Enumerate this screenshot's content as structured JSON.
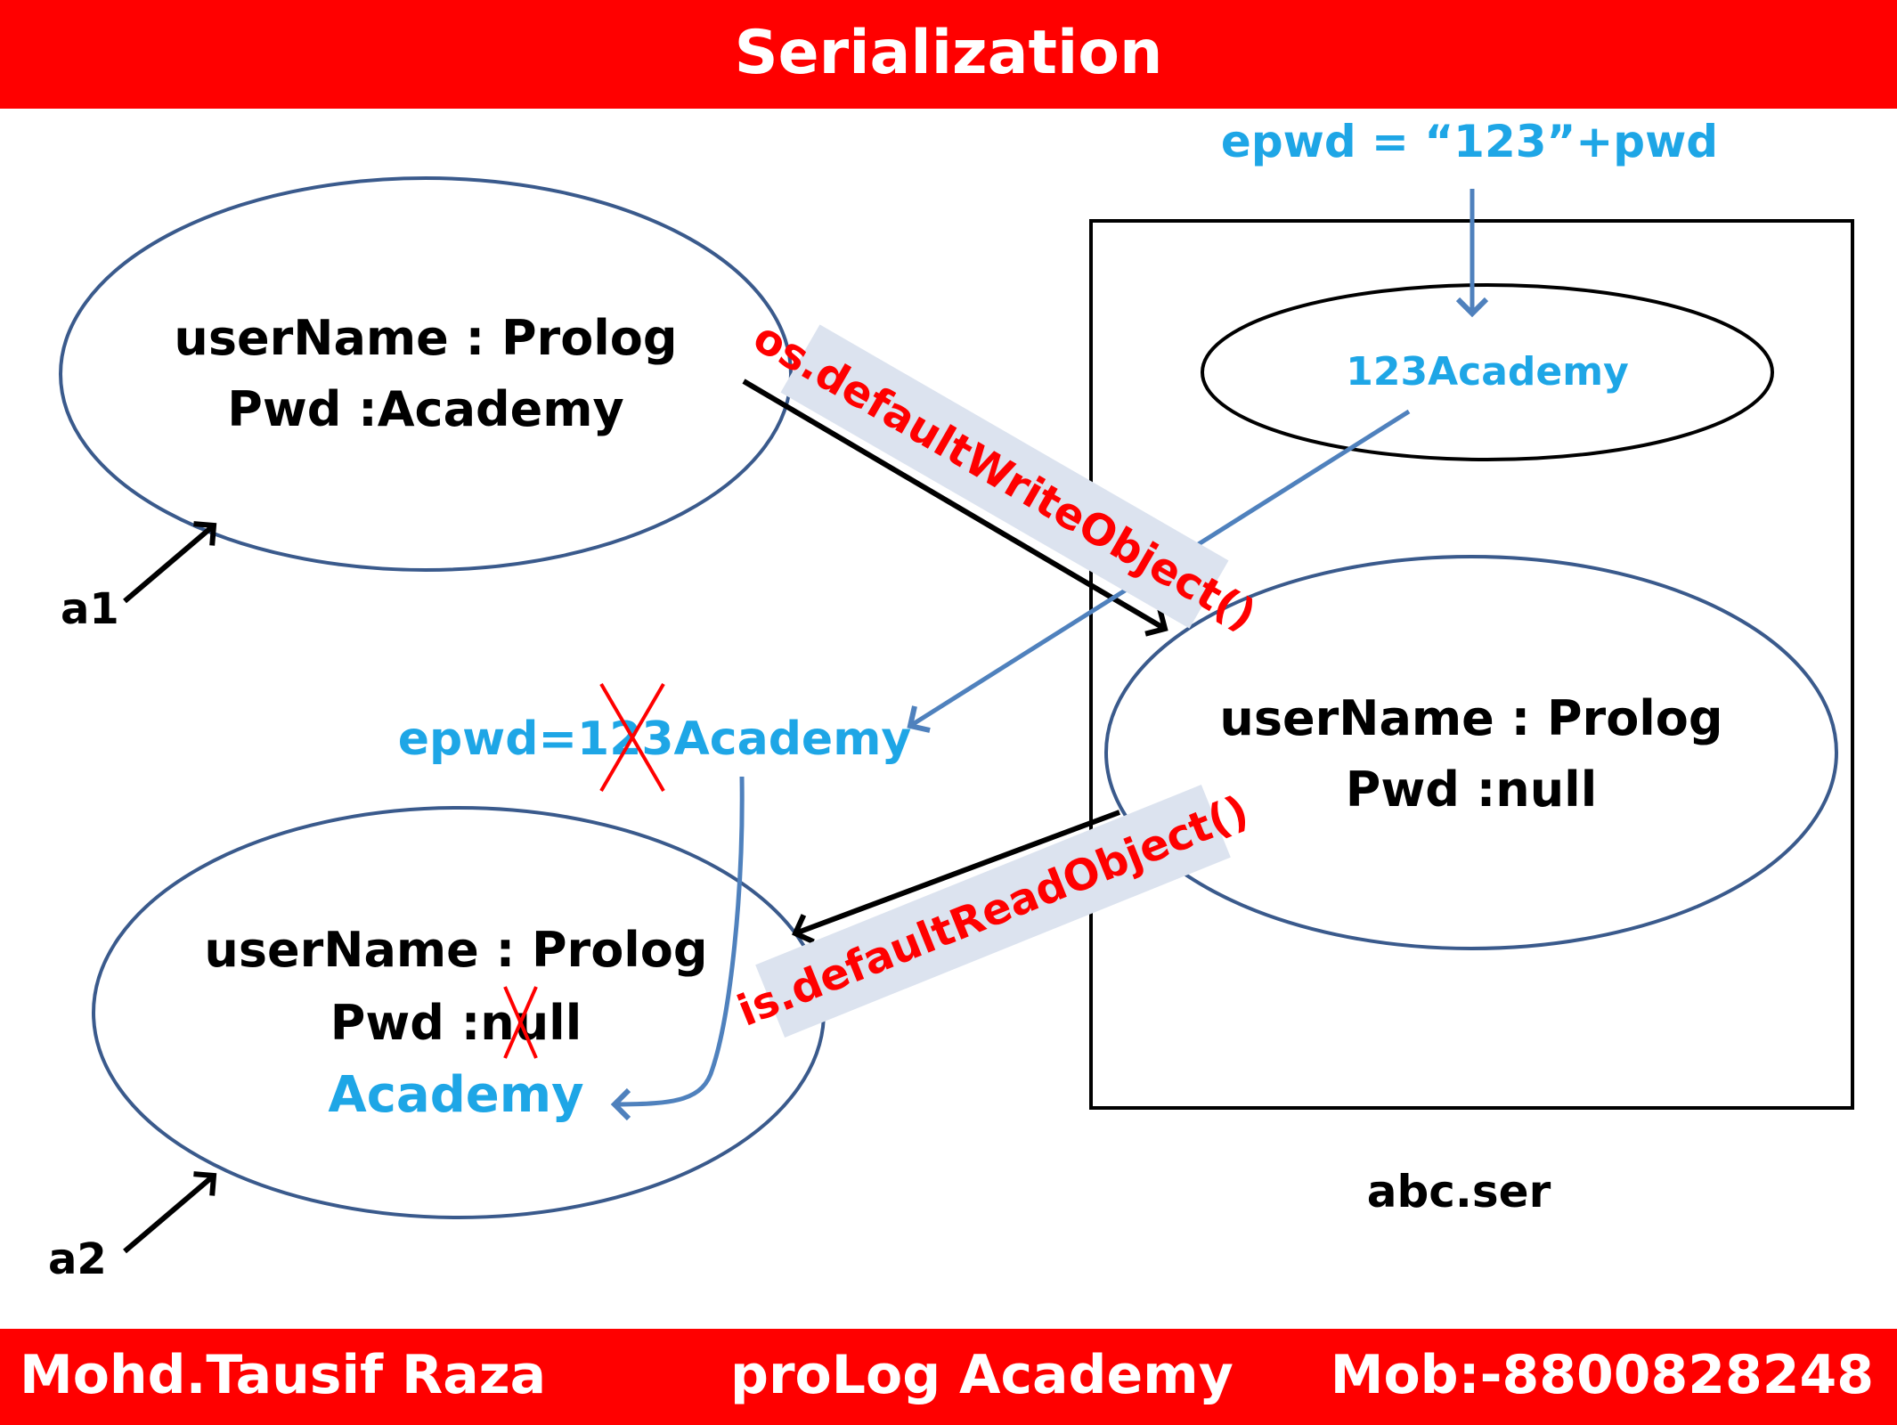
{
  "header": {
    "title": "Serialization"
  },
  "diagram": {
    "obj_a1": {
      "line1": "userName : Prolog",
      "line2": "Pwd :Academy"
    },
    "obj_a2": {
      "line1": "userName : Prolog",
      "line2": "Pwd :null",
      "line3": "Academy"
    },
    "file_obj": {
      "line1": "userName : Prolog",
      "line2": "Pwd :null"
    },
    "encrypted_value": "123Academy",
    "encrypt_formula": "epwd = “123”+pwd",
    "decrypt_label": "epwd=123Academy",
    "write_label": "os.defaultWriteObject()",
    "read_label": "is.defaultReadObject()",
    "ref_a1": "a1",
    "ref_a2": "a2",
    "file_name": "abc.ser"
  },
  "footer": {
    "author": "Mohd.Tausif Raza",
    "academy": "proLog Academy",
    "mobile": "Mob:-8800828248"
  },
  "colors": {
    "banner": "#ff0000",
    "ellipse_stroke": "#3a5a8c",
    "blue_arrow": "#4f81bd",
    "cyan_text": "#1ea6e6",
    "red_text": "#ff0000",
    "label_bg": "#dce3ef"
  }
}
